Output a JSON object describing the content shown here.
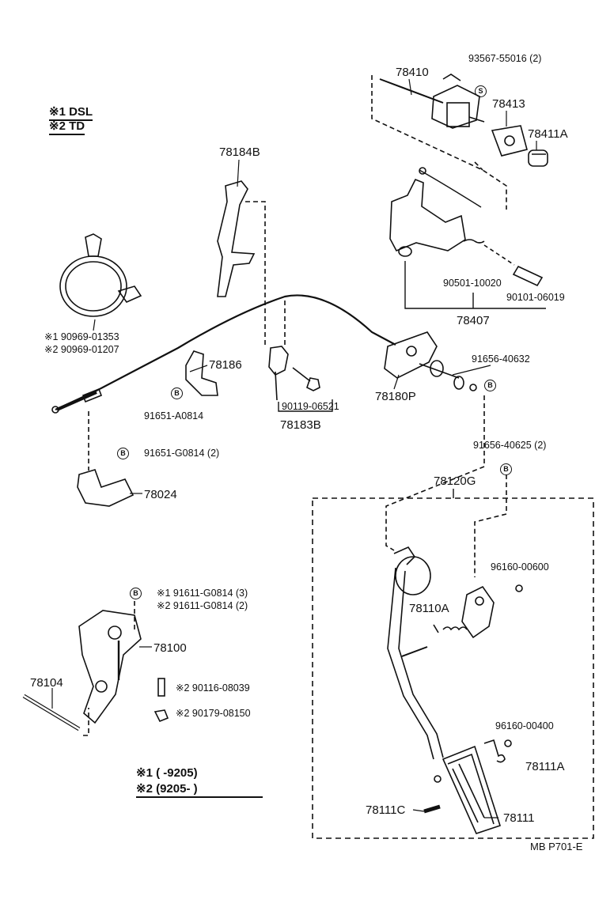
{
  "legend_top": {
    "line1": "※1 DSL",
    "line2": "※2 TD"
  },
  "legend_bottom": {
    "line1": "※1 (       -9205)",
    "line2": "※2 (9205-       )"
  },
  "footer_ref": "MB P701-E",
  "parts": {
    "p93567": "93567-55016 (2)",
    "p78410": "78410",
    "p78413": "78413",
    "p78411A": "78411A",
    "p78184B": "78184B",
    "p90501": "90501-10020",
    "p90101": "90101-06019",
    "p78407": "78407",
    "p90969a": "※1 90969-01353",
    "p90969b": "※2 90969-01207",
    "p78186": "78186",
    "p91651A": "91651-A0814",
    "p90119": "90119-06521",
    "p78183B": "78183B",
    "p91656a": "91656-40632",
    "p78180P": "78180P",
    "p91651G": "91651-G0814 (2)",
    "p91656b": "91656-40625 (2)",
    "p78120G": "78120G",
    "p78024": "78024",
    "p96160a": "96160-00600",
    "p91611a": "※1 91611-G0814 (3)",
    "p91611b": "※2 91611-G0814 (2)",
    "p78110A": "78110A",
    "p78100": "78100",
    "p78104": "78104",
    "p90116": "※2 90116-08039",
    "p90179": "※2 90179-08150",
    "p96160b": "96160-00400",
    "p78111A": "78111A",
    "p78111C": "78111C",
    "p78111": "78111"
  },
  "markers": {
    "s": "S",
    "b": "B"
  },
  "icons": [
    "clamp-icon",
    "cable-icon",
    "bracket-icon",
    "pedal-icon",
    "spring-icon",
    "bolt-icon",
    "nut-icon",
    "rod-icon"
  ]
}
